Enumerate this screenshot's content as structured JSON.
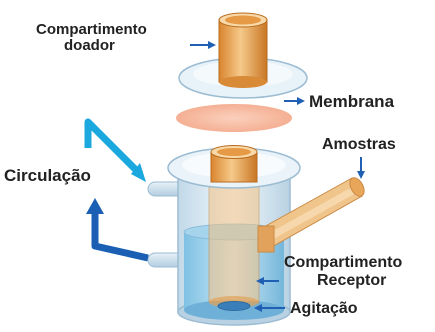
{
  "labels": {
    "donor_line1": "Compartimento",
    "donor_line2": "doador",
    "membrane": "Membrana",
    "samples": "Amostras",
    "circulation": "Circulação",
    "receptor_line1": "Compartimento",
    "receptor_line2": "Receptor",
    "stirring": "Agitação"
  },
  "colors": {
    "label_text": "#222222",
    "arrow": "#1f5fb4",
    "circulation_arrow": "#1aa8de",
    "membrane": "#f7b79c",
    "donor_tube": "#f0a34a",
    "glass": "#cfe3ef",
    "receptor_liquid": "#a9d6ee"
  }
}
